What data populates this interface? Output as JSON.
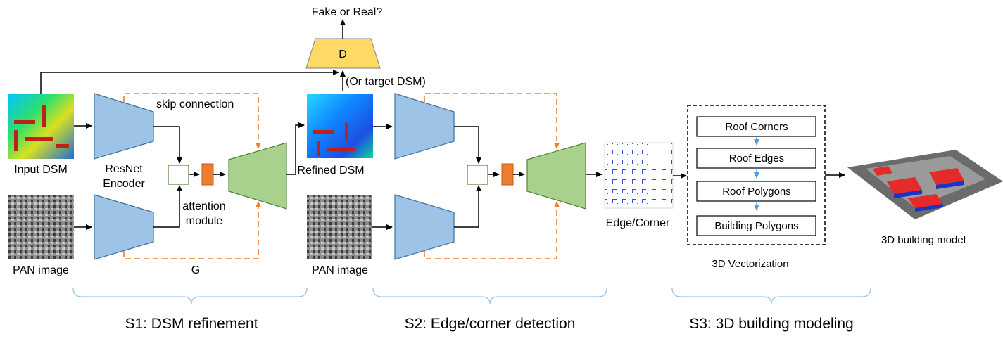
{
  "discriminator": {
    "label": "D",
    "output_label": "Fake or Real?",
    "alt_input_label": "(Or target DSM)"
  },
  "stage1": {
    "input_dsm_label": "Input DSM",
    "pan_label": "PAN image",
    "encoder_label_line1": "ResNet",
    "encoder_label_line2": "Encoder",
    "skip_label": "skip connection",
    "attention_line1": "attention",
    "attention_line2": "module",
    "generator_label": "G",
    "refined_label": "Refined DSM",
    "stage_title": "S1: DSM refinement"
  },
  "stage2": {
    "pan_label": "PAN image",
    "output_label": "Edge/Corner",
    "stage_title": "S2: Edge/corner detection"
  },
  "stage3": {
    "steps": [
      "Roof Corners",
      "Roof Edges",
      "Roof Polygons",
      "Building Polygons"
    ],
    "box_label": "3D Vectorization",
    "model_label": "3D building  model",
    "stage_title": "S3: 3D building modeling"
  },
  "colors": {
    "encoder_fill": "#9dc3e6",
    "encoder_stroke": "#41719c",
    "decoder_fill": "#a9d18e",
    "decoder_stroke": "#548235",
    "discriminator_fill": "#ffd966",
    "attention_fill": "#ed7d31",
    "skip_line": "#ed7d31",
    "brace": "#9dc3e6",
    "step_arrow": "#5b9bd5"
  }
}
